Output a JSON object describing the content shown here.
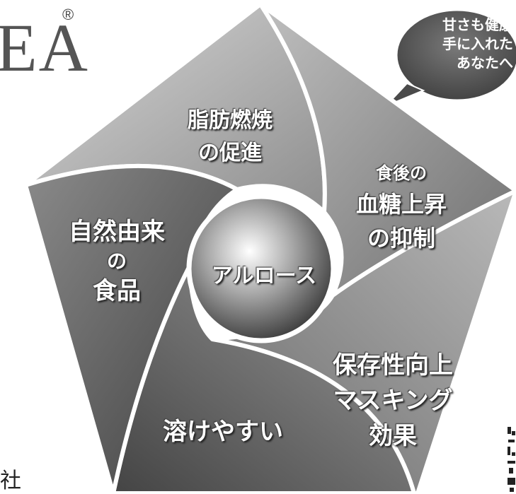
{
  "brand": {
    "text": "EA",
    "registered_mark": "®"
  },
  "corner_fragment": "社",
  "balloon": {
    "lines": [
      "甘さも健康",
      "手に入れた",
      "あなたへ"
    ]
  },
  "diagram": {
    "center": "アルロース",
    "segments": [
      {
        "id": "top",
        "lines": [
          "脂肪燃焼",
          "の促進"
        ]
      },
      {
        "id": "right",
        "lines": [
          "食後の",
          "血糖上昇",
          "の抑制"
        ]
      },
      {
        "id": "bottom-right",
        "lines": [
          "保存性向上",
          "マスキング",
          "効果"
        ]
      },
      {
        "id": "bottom",
        "lines": [
          "溶けやすい"
        ]
      },
      {
        "id": "left",
        "lines": [
          "自然由来",
          "の",
          "食品"
        ]
      }
    ]
  }
}
